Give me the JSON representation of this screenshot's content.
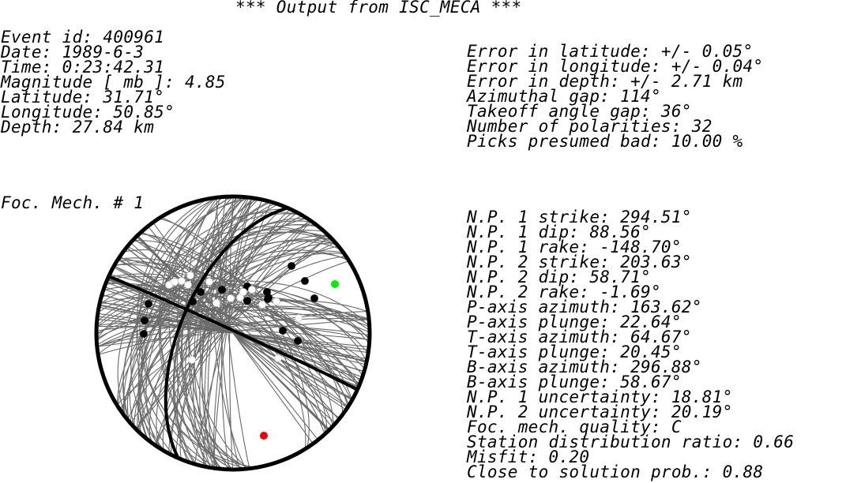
{
  "header": "*** Output from ISC_MECA ***",
  "event_info": [
    "Event id: 400961",
    "Date: 1989-6-3",
    "Time: 0:23:42.31",
    "Magnitude [ mb ]: 4.85",
    "Latitude: 31.71°",
    "Longitude: 50.85°",
    "Depth: 27.84 km"
  ],
  "error_info": [
    "Error in latitude: +/- 0.05°",
    "Error in longitude: +/- 0.04°",
    "Error in depth: +/- 2.71 km",
    "Azimuthal gap: 114°",
    "Takeoff angle gap: 36°",
    "Number of polarities: 32",
    "Picks presumed bad: 10.00 %"
  ],
  "focal_mech_label": "Foc. Mech. # 1",
  "solution_info": [
    "N.P. 1 strike: 294.51°",
    "N.P. 1 dip: 88.56°",
    "N.P. 1 rake: -148.70°",
    "N.P. 2 strike: 203.63°",
    "N.P. 2 dip: 58.71°",
    "N.P. 2 rake: -1.69°",
    "P-axis azimuth: 163.62°",
    "P-axis plunge: 22.64°",
    "T-axis azimuth: 64.67°",
    "T-axis plunge: 20.45°",
    "B-axis azimuth: 296.88°",
    "B-axis plunge: 58.67°",
    "N.P. 1 uncertainty: 18.81°",
    "N.P. 2 uncertainty: 20.19°",
    "Foc. mech. quality: C",
    "Station distribution ratio: 0.66",
    "Misfit: 0.20",
    "Close to solution prob.: 0.88"
  ],
  "stereonet": {
    "colors": {
      "outline": "#000000",
      "alt_planes": "#6a6a6a",
      "best_planes": "#000000",
      "compression": "#000000",
      "dilatation": "#ffffff",
      "t_axis": "#00ee00",
      "p_axis": "#ee0000"
    },
    "best_planes": [
      {
        "strike": 294.51,
        "dip": 88.56
      },
      {
        "strike": 203.63,
        "dip": 58.71
      }
    ],
    "alt_planes_count": 150,
    "p_axis": {
      "azimuth": 163.62,
      "plunge": 22.64
    },
    "t_axis": {
      "azimuth": 64.67,
      "plunge": 20.45
    },
    "polarity_count": 32
  }
}
